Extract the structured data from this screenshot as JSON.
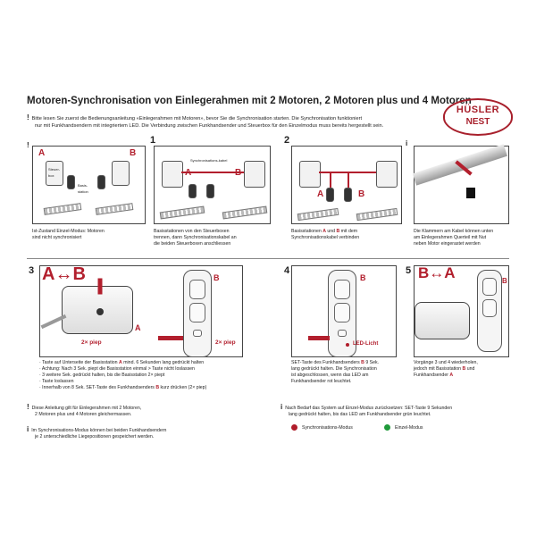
{
  "header": {
    "title": "Motoren-Synchronisation von Einlegerahmen mit 2 Motoren, 2 Motoren plus und 4 Motoren",
    "logo_line1": "HÜSLER",
    "logo_line2": "NEST",
    "intro_mark": "!",
    "intro_line1": "Bitte lesen Sie zuerst die Bedienungsanleitung «Einlegerahmen mit Motoren», bevor Sie die Synchronisation starten. Die Synchronisation funktioniert",
    "intro_line2": "nur mit Funkhandsendern mit integriertem LED. Die Verbindung zwischen Funkhandsender und Steuerbox für den Einzelmodus muss bereits hergestellt sein."
  },
  "row1": {
    "p0": {
      "mark": "!",
      "a": "A",
      "b": "B",
      "box_label": "Steuer-box",
      "station_label": "Basis-station",
      "cap1": "Ist-Zustand Einzel-Modus: Motoren",
      "cap2": "sind nicht synchronisiert"
    },
    "p1": {
      "num": "1",
      "a": "A",
      "b": "B",
      "cable": "Synchronisations-kabel",
      "cap1": "Basisstationen von den Steuerboxen",
      "cap2": "trennen, dann Synchronisationskabel an",
      "cap3": "die beiden Steuerboxen anschliessen"
    },
    "p2": {
      "num": "2",
      "a": "A",
      "b": "B",
      "cap1_pre": "Basisstationen ",
      "cap1_a": "A",
      "cap1_mid": " und ",
      "cap1_b": "B",
      "cap1_post": " mit dem",
      "cap2": "Synchronisationskabel verbinden"
    },
    "p3": {
      "mark": "i",
      "cap1": "Die Klammern am Kabel können unten",
      "cap2": "am Einlegerahmen Querteil mit Nut",
      "cap3": "neben Motor eingerastet werden"
    }
  },
  "row2": {
    "p3": {
      "num": "3",
      "swap": "A↔B",
      "a": "A",
      "b": "B",
      "piep1": "2× piep",
      "piep2": "2× piep"
    },
    "p4": {
      "num": "4",
      "b": "B",
      "led": "LED-Licht"
    },
    "p5": {
      "num": "5",
      "swap": "B↔A",
      "b": "B"
    }
  },
  "steps": {
    "s3": [
      {
        "pre": "Taste auf Unterseite der Basisstation ",
        "red": "A",
        "post": " mind. 6 Sekunden lang gedrückt halten"
      },
      {
        "pre": "Achtung: Nach 3 Sek. piept die Basisstation einmal > Taste nicht loslassen",
        "red": "",
        "post": ""
      },
      {
        "pre": "3 weitere Sek. gedrückt halten, bis die Basisstation 2× piept",
        "red": "",
        "post": ""
      },
      {
        "pre": "Taste loslassen",
        "red": "",
        "post": ""
      },
      {
        "pre": "Innerhalb von 8 Sek. SET-Taste des Funkhandsenders ",
        "red": "B",
        "post": " kurz drücken (2× piep)"
      }
    ],
    "s4": {
      "l1_pre": "SET-Taste des Funkhandsenders ",
      "l1_b": "B",
      "l1_post": " 9 Sek.",
      "l2": "lang gedrückt halten. Die Synchronisation",
      "l3": "ist abgeschlossen, wenn das LED am",
      "l4": "Funkhandsender rot leuchtet."
    },
    "s5": {
      "l1": "Vorgänge 3 und 4 wiederholen,",
      "l2_pre": "jedoch mit Basisstation ",
      "l2_b": "B",
      "l2_post": " und",
      "l3_pre": "Funkhandsender ",
      "l3_a": "A"
    }
  },
  "notes": {
    "n1_mark": "!",
    "n1_l1": "Diese Anleitung gilt für Einlegerahmen mit 2 Motoren,",
    "n1_l2": "2 Motoren plus und 4 Motoren gleichermassen.",
    "n2_mark": "i",
    "n2_l1": "Im Synchronisations-Modus können bei beiden Funkhandsendern",
    "n2_l2": "je 2 unterschiedliche Liegepositionen gespeichert werden.",
    "n3_mark": "i",
    "n3_l1": "Nach Bedarf das System auf Einzel-Modus zurücksetzen: SET-Taste 9 Sekunden",
    "n3_l2": "lang gedrückt halten, bis das LED am Funkhandsender grün leuchtet.",
    "legend_red": "Synchronisations-Modus",
    "legend_green": "Einzel-Modus",
    "color_red": "#b01c2a",
    "color_green": "#1f9a3a"
  }
}
